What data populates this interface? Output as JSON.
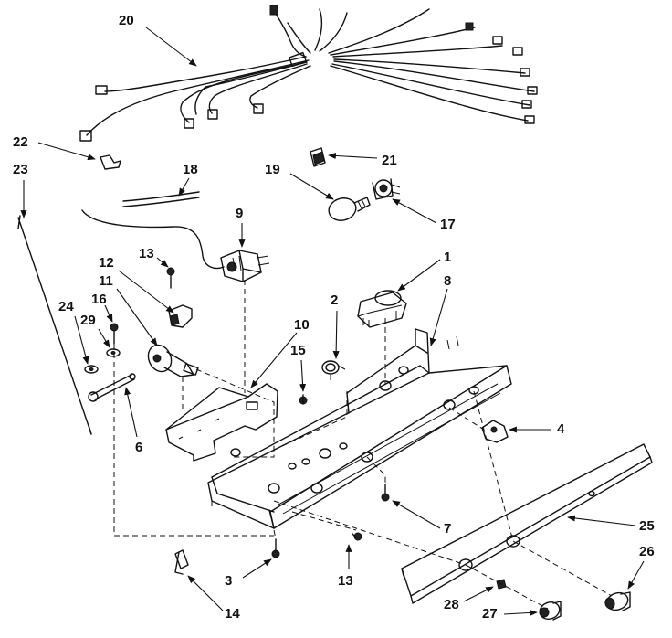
{
  "callouts": [
    {
      "id": "c20",
      "label": "20"
    },
    {
      "id": "c22",
      "label": "22"
    },
    {
      "id": "c23",
      "label": "23"
    },
    {
      "id": "c18",
      "label": "18"
    },
    {
      "id": "c21",
      "label": "21"
    },
    {
      "id": "c19",
      "label": "19"
    },
    {
      "id": "c17",
      "label": "17"
    },
    {
      "id": "c9",
      "label": "9"
    },
    {
      "id": "c13a",
      "label": "13"
    },
    {
      "id": "c12",
      "label": "12"
    },
    {
      "id": "c11",
      "label": "11"
    },
    {
      "id": "c16",
      "label": "16"
    },
    {
      "id": "c24",
      "label": "24"
    },
    {
      "id": "c29",
      "label": "29"
    },
    {
      "id": "c6",
      "label": "6"
    },
    {
      "id": "c1",
      "label": "1"
    },
    {
      "id": "c8",
      "label": "8"
    },
    {
      "id": "c2",
      "label": "2"
    },
    {
      "id": "c10",
      "label": "10"
    },
    {
      "id": "c15",
      "label": "15"
    },
    {
      "id": "c4",
      "label": "4"
    },
    {
      "id": "c7",
      "label": "7"
    },
    {
      "id": "c25",
      "label": "25"
    },
    {
      "id": "c26",
      "label": "26"
    },
    {
      "id": "c3",
      "label": "3"
    },
    {
      "id": "c13b",
      "label": "13"
    },
    {
      "id": "c14",
      "label": "14"
    },
    {
      "id": "c28",
      "label": "28"
    },
    {
      "id": "c27",
      "label": "27"
    }
  ]
}
